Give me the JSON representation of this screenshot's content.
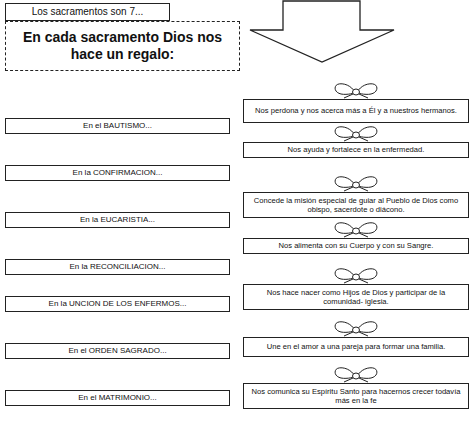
{
  "diagram": {
    "nodes": [
      {
        "text": [
          "Los sacramentos son 7..."
        ]
      },
      {
        "text": [
          "En cada sacramento Dios nos hace un regalo:"
        ]
      },
      {
        "text": [
          "En el BAUTISMO..."
        ]
      },
      {
        "text": [
          "En la CONFIRMACION..."
        ]
      },
      {
        "text": [
          "En la EUCARISTIA..."
        ]
      },
      {
        "text": [
          "En la RECONCILIACION..."
        ]
      },
      {
        "text": [
          "En la UNCION DE LOS ENFERMOS..."
        ]
      },
      {
        "text": [
          "En el ORDEN SAGRADO..."
        ]
      },
      {
        "text": [
          "En el MATRIMONIO..."
        ]
      },
      {
        "text": [
          "Nos perdona y nos acerca más a Él y a nuestros hermanos."
        ]
      },
      {
        "text": [
          "Nos ayuda y fortalece en la enfermedad."
        ]
      },
      {
        "text": [
          "Concede la misión especial de guiar al Pueblo de Dios como obispo, sacerdote o diácono."
        ]
      },
      {
        "text": [
          "Nos alimenta con su Cuerpo y con su Sangre."
        ]
      },
      {
        "text": [
          "Nos hace nacer como Hijos de Dios y participar de la comunidad- iglesia."
        ]
      },
      {
        "text": [
          "Une en el amor a una pareja para formar una familia."
        ]
      },
      {
        "text": [
          "Nos comunica su Espíritu Santo para hacernos crecer todavía más en la fe"
        ]
      }
    ]
  }
}
